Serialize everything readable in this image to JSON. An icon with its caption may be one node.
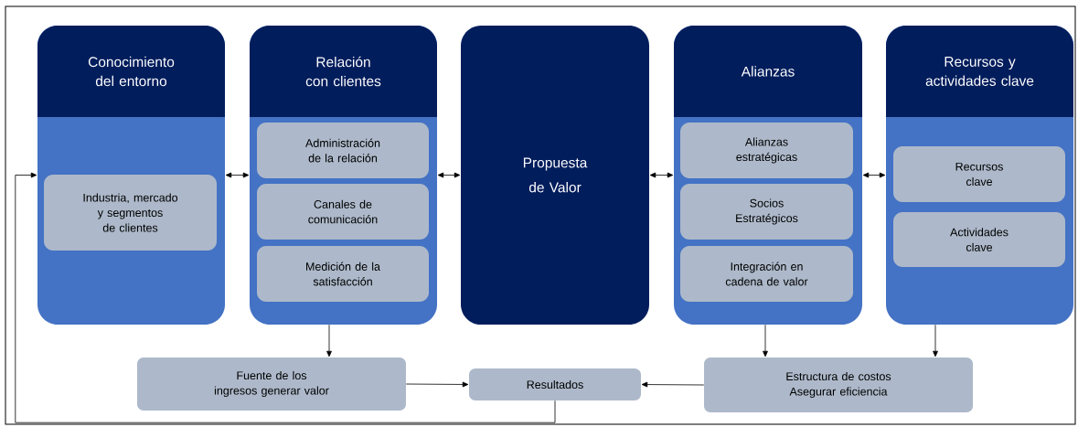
{
  "diagram": {
    "nodes": [
      {
        "text": [
          "Conocimiento del entorno"
        ]
      },
      {
        "text": [
          "Industria, mercado y segmentos de clientes"
        ],
        "in": 0
      },
      {
        "text": [
          "Relación con clientes"
        ]
      },
      {
        "text": [
          "Administración de la relación"
        ],
        "in": 2
      },
      {
        "text": [
          "Canales de comunicación"
        ],
        "in": 2
      },
      {
        "text": [
          "Medición de la satisfacción"
        ],
        "in": 2
      },
      {
        "text": [
          "Propuesta de Valor"
        ]
      },
      {
        "text": [
          "Alianzas"
        ]
      },
      {
        "text": [
          "Alianzas estratégicas"
        ],
        "in": 7
      },
      {
        "text": [
          "Socios Estratégicos"
        ],
        "in": 7
      },
      {
        "text": [
          "Integración en cadena de valor"
        ],
        "in": 7
      },
      {
        "text": [
          "Recursos y actividades clave"
        ]
      },
      {
        "text": [
          "Recursos clave"
        ],
        "in": 11
      },
      {
        "text": [
          "Actividades clave"
        ],
        "in": 11
      },
      {
        "text": [
          "Fuente de los ingresos generar valor"
        ]
      },
      {
        "text": [
          "Resultados"
        ]
      },
      {
        "text": [
          "Estructura de costos Asegurar eficiencia"
        ]
      }
    ],
    "edges": [
      {
        "from": 0,
        "to": 2,
        "arrow": "both"
      },
      {
        "from": 2,
        "to": 6,
        "arrow": "both"
      },
      {
        "from": 6,
        "to": 7,
        "arrow": "both"
      },
      {
        "from": 7,
        "to": 11,
        "arrow": "both"
      },
      {
        "from": 2,
        "to": 14,
        "arrow": "to"
      },
      {
        "from": 14,
        "to": 15,
        "arrow": "to"
      },
      {
        "from": 16,
        "to": 15,
        "arrow": "to"
      },
      {
        "from": 7,
        "to": 16,
        "arrow": "to"
      },
      {
        "from": 11,
        "to": 16,
        "arrow": "to"
      },
      {
        "from": 15,
        "to": 0,
        "arrow": "to"
      }
    ]
  }
}
